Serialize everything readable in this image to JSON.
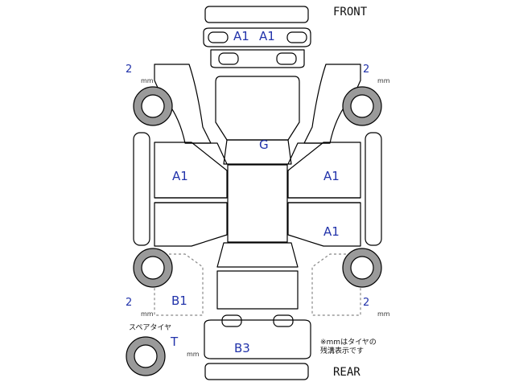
{
  "directions": {
    "front": "FRONT",
    "rear": "REAR"
  },
  "panels": {
    "front_bumper_left": "A1",
    "front_bumper_right": "A1",
    "roof": "G",
    "left_front_door": "A1",
    "right_front_door": "A1",
    "right_rear_door": "A1",
    "left_rear_fender": "B1",
    "rear_bumper": "B3",
    "spare_tire": "T"
  },
  "tires": {
    "front_left": {
      "depth": "2",
      "unit": "mm"
    },
    "front_right": {
      "depth": "2",
      "unit": "mm"
    },
    "rear_left": {
      "depth": "2",
      "unit": "mm"
    },
    "rear_right": {
      "depth": "2",
      "unit": "mm"
    },
    "spare": {
      "label": "スペアタイヤ",
      "unit": "mm"
    }
  },
  "note": "※mmはタイヤの\n残溝表示です",
  "colors": {
    "mark_text": "#2233aa",
    "line": "#000000",
    "tire_fill": "#9a9a9a"
  }
}
